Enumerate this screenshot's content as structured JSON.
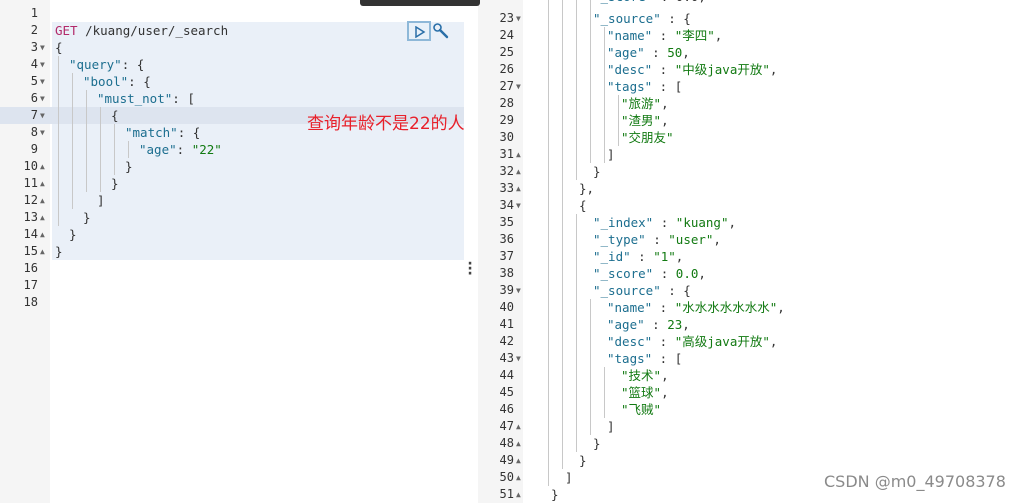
{
  "request": {
    "method": "GET",
    "url": "/kuang/user/_search",
    "body": {
      "query_key": "\"query\"",
      "bool_key": "\"bool\"",
      "must_not_key": "\"must_not\"",
      "match_key": "\"match\"",
      "age_key": "\"age\"",
      "age_value": "\"22\""
    }
  },
  "annotation": "查询年龄不是22的人",
  "response": {
    "hit1": {
      "source_key": "\"_source\"",
      "name_key": "\"name\"",
      "name": "\"李四\"",
      "age_key": "\"age\"",
      "age": "50",
      "desc_key": "\"desc\"",
      "desc": "\"中级java开放\"",
      "tags_key": "\"tags\"",
      "tags": [
        "\"旅游\"",
        "\"渣男\"",
        "\"交朋友\""
      ]
    },
    "hit2": {
      "index_key": "\"_index\"",
      "index": "\"kuang\"",
      "type_key": "\"_type\"",
      "type": "\"user\"",
      "id_key": "\"_id\"",
      "id": "\"1\"",
      "score_key": "\"_score\"",
      "score": "0.0",
      "source_key": "\"_source\"",
      "name_key": "\"name\"",
      "name": "\"水水水水水水水\"",
      "age_key": "\"age\"",
      "age": "23",
      "desc_key": "\"desc\"",
      "desc": "\"高级java开放\"",
      "tags_key": "\"tags\"",
      "tags": [
        "\"技术\"",
        "\"篮球\"",
        "\"飞贼\""
      ]
    }
  },
  "watermark": "CSDN @m0_49708378"
}
